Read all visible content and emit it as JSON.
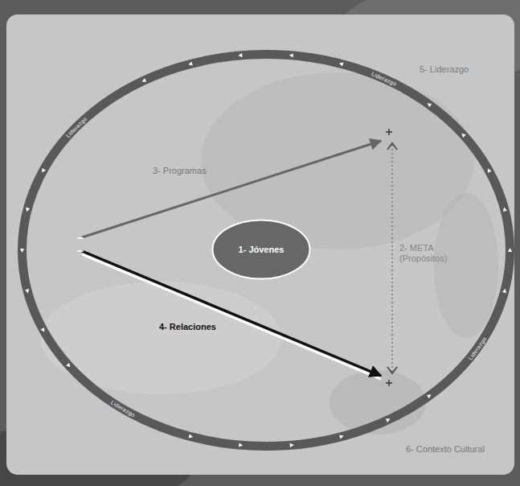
{
  "diagram": {
    "nodes": [
      {
        "text": [
          "Liderazgo",
          "Liderazgo",
          "Liderazgo",
          "Liderazgo"
        ]
      },
      {
        "text": [
          "1- Jóvenes"
        ],
        "in": 0
      }
    ],
    "labels": [
      "5- Liderazgo",
      "3- Programas",
      "2- META (Propósitos)",
      "4- Relaciones",
      "6- Contexto Cultural"
    ]
  }
}
